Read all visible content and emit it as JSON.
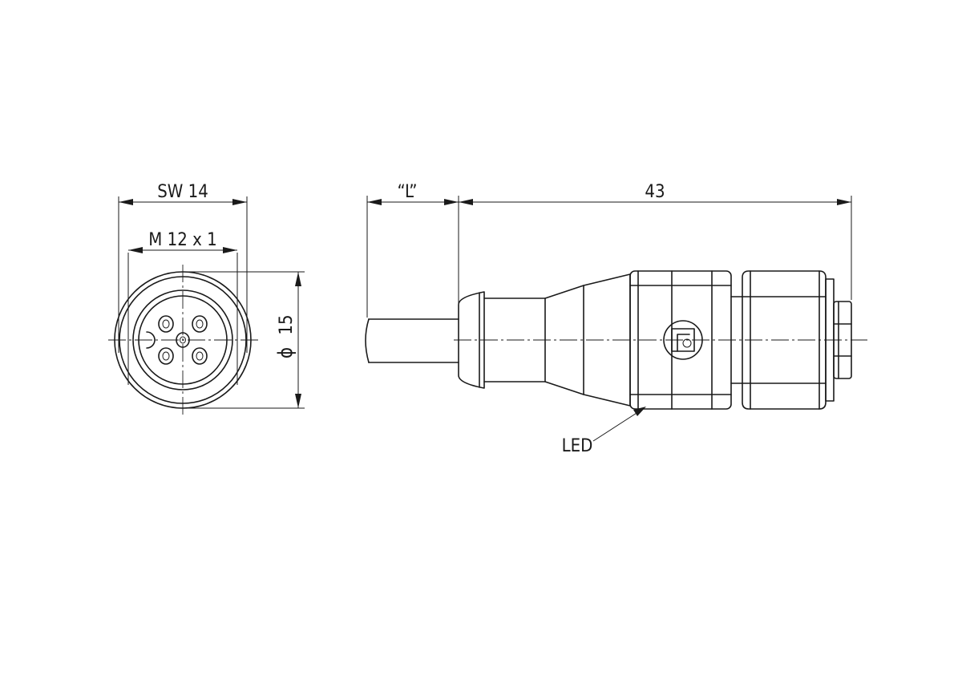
{
  "dimensions": {
    "wrench_size": "SW 14",
    "thread": "M 12 x 1",
    "diameter_symbol": "ϕ",
    "diameter_value": "15",
    "cable_length": "“L”",
    "connector_length": "43"
  },
  "callouts": {
    "led": "LED"
  }
}
